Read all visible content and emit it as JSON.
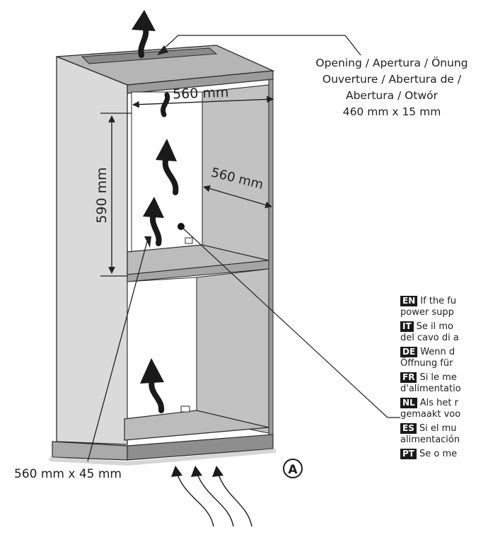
{
  "dimensions": {
    "width": "560 mm",
    "height": "590 mm",
    "depth": "560 mm",
    "bottom_opening": "560 mm x 45 mm"
  },
  "opening_note": {
    "line1": "Opening / Apertura / Önung",
    "line2": "Ouverture / Abertura de /",
    "line3": "Abertura / Otwór",
    "line4": "460 mm x 15 mm"
  },
  "marker_label": "A",
  "languages": [
    {
      "code": "EN",
      "line1": "If the fu",
      "line2": "power supp"
    },
    {
      "code": "IT",
      "line1": "Se il mo",
      "line2": "del cavo di a"
    },
    {
      "code": "DE",
      "line1": "Wenn d",
      "line2": "Öffnung für"
    },
    {
      "code": "FR",
      "line1": "Si le me",
      "line2": "d'alimentatio"
    },
    {
      "code": "NL",
      "line1": "Als het r",
      "line2": "gemaakt voo"
    },
    {
      "code": "ES",
      "line1": "Si el mu",
      "line2": "alimentación"
    },
    {
      "code": "PT",
      "line1": "Se o me",
      "line2": ""
    }
  ],
  "colors": {
    "panel_front": "#d7d7d7",
    "panel_side": "#b0b0b0",
    "panel_inner": "#c4c4c4",
    "panel_dark": "#8e8e8e",
    "outline": "#2a2a2a"
  }
}
